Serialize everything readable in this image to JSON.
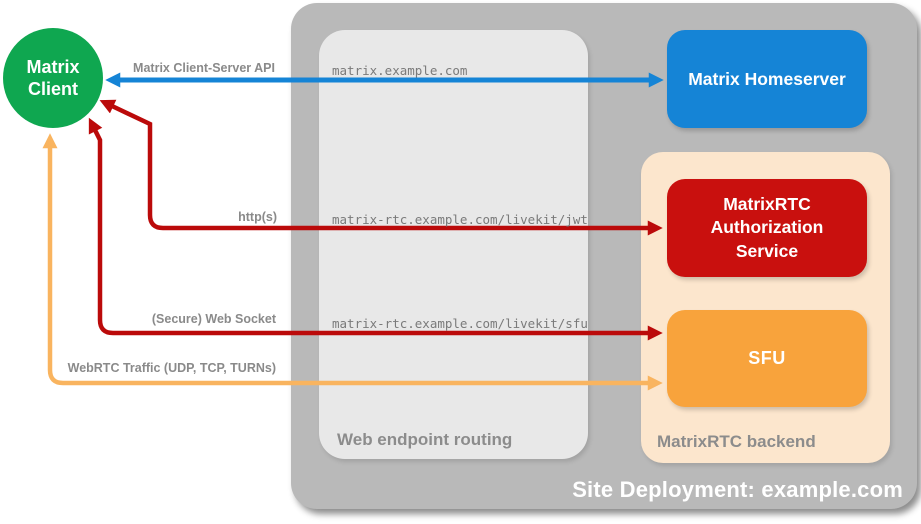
{
  "page": {
    "background": "#ffffff"
  },
  "client": {
    "label": "Matrix\nClient",
    "color": "#0fa750"
  },
  "container": {
    "title": "Site Deployment: example.com",
    "color": "#b9b9b9"
  },
  "routing": {
    "title": "Web endpoint routing",
    "color": "#e8e8e8",
    "endpoints": [
      "matrix.example.com",
      "matrix-rtc.example.com/livekit/jwt",
      "matrix-rtc.example.com/livekit/sfu"
    ]
  },
  "backend": {
    "title": "MatrixRTC backend",
    "color": "#fce6cd"
  },
  "nodes": {
    "homeserver": {
      "label": "Matrix Homeserver",
      "color": "#1584d6"
    },
    "auth": {
      "label": "MatrixRTC Authorization Service",
      "color": "#c9100e"
    },
    "sfu": {
      "label": "SFU",
      "color": "#f8a33c"
    }
  },
  "arrows": {
    "client_server_api": {
      "label": "Matrix Client-Server API",
      "color": "#1584d6",
      "bidirectional": true
    },
    "https": {
      "label": "http(s)",
      "color": "#bb0a0a",
      "bidirectional": true
    },
    "websocket": {
      "label": "(Secure) Web Socket",
      "color": "#bb0a0a",
      "bidirectional": true
    },
    "webrtc": {
      "label": "WebRTC Traffic (UDP, TCP, TURNs)",
      "color": "#f9b45f",
      "bidirectional": true
    }
  }
}
